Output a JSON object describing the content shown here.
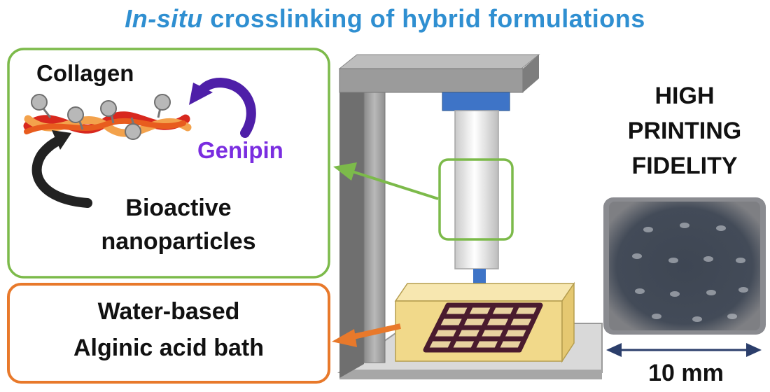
{
  "title": {
    "italic_part": "In-situ",
    "rest": "crosslinking  of hybrid formulations"
  },
  "left_box": {
    "collagen_label": "Collagen",
    "genipin_label": "Genipin",
    "nanoparticles_label_line1": "Bioactive",
    "nanoparticles_label_line2": "nanoparticles"
  },
  "bath_box": {
    "line1": "Water-based",
    "line2": "Alginic acid bath"
  },
  "fidelity": {
    "line1": "HIGH",
    "line2": "PRINTING",
    "line3": "FIDELITY"
  },
  "scale_label": "10 mm",
  "colors": {
    "title": "#2f8fd1",
    "green_frame": "#7cba4a",
    "orange_frame": "#e8792b",
    "genipin": "#7a2de0",
    "bath": "#f1d98a",
    "nozzle": "#3e74c7"
  }
}
